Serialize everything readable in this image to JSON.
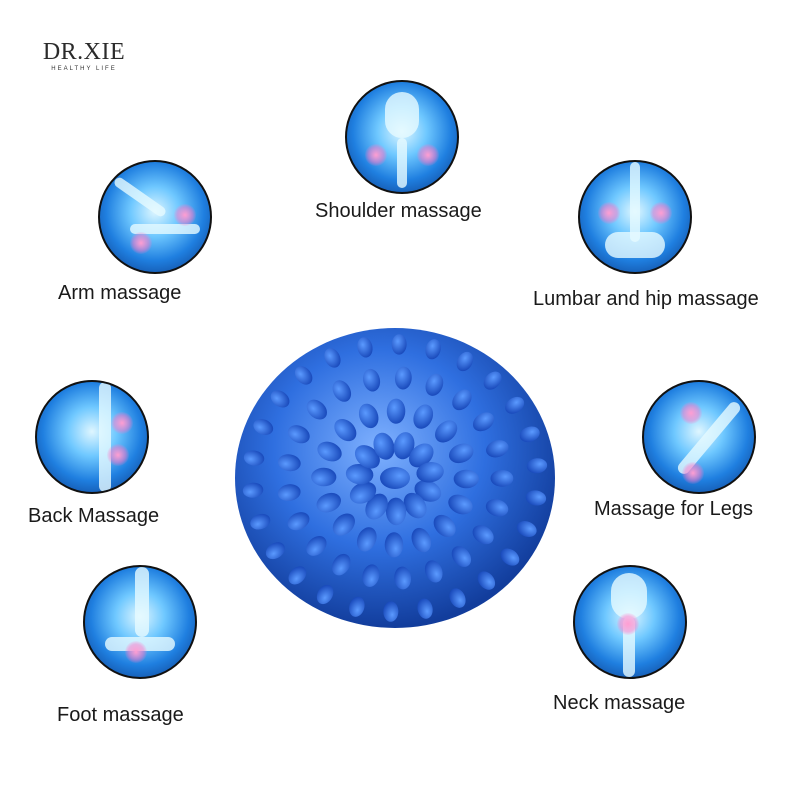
{
  "brand": {
    "name": "DR.XIE",
    "tagline": "HEALTHY  LIFE"
  },
  "product": "spiky blue massage ball",
  "colors": {
    "ball": "#1e5fd6",
    "highlight": "#ff8fcf",
    "text": "#1a1a1a"
  },
  "items": [
    {
      "label": "Shoulder massage"
    },
    {
      "label": "Arm massage"
    },
    {
      "label": "Lumbar and hip massage"
    },
    {
      "label": "Back Massage"
    },
    {
      "label": "Massage for Legs"
    },
    {
      "label": "Foot massage"
    },
    {
      "label": "Neck massage"
    }
  ]
}
